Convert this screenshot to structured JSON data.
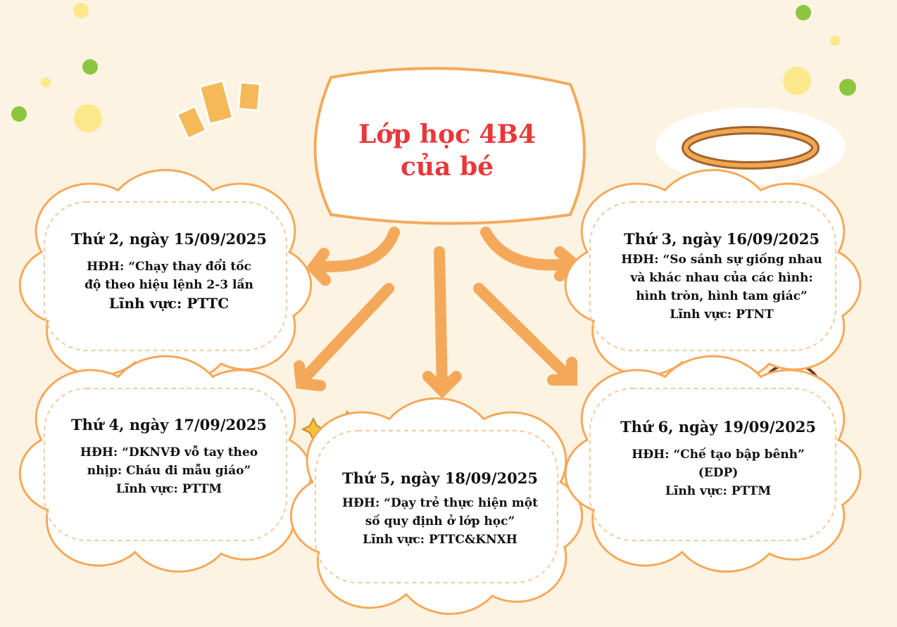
{
  "title": {
    "line1": "Lớp học 4B4",
    "line2": "của bé"
  },
  "colors": {
    "background": "#fdf3e2",
    "accent": "#f4a95a",
    "title": "#e8383a",
    "dot_green": "#8cc63f",
    "dot_yellow": "#fbe88a"
  },
  "days": [
    {
      "date": "Thứ 2, ngày 15/09/2025",
      "activity": [
        "HĐH: “Chạy thay đổi tốc",
        "độ theo hiệu lệnh 2-3 lần"
      ],
      "field": "Lĩnh vực: PTTC"
    },
    {
      "date": "Thứ 3, ngày 16/09/2025",
      "activity": [
        "HĐH: “So sánh sự giống nhau",
        "và khác nhau của các hình:",
        "hình tròn, hình tam giác”"
      ],
      "field": "Lĩnh vực: PTNT"
    },
    {
      "date": "Thứ 4, ngày 17/09/2025",
      "activity": [
        "HĐH: “DKNVĐ vỗ tay theo",
        "nhịp: Cháu đi mẫu giáo”"
      ],
      "field": "Lĩnh vực: PTTM"
    },
    {
      "date": "Thứ 5, ngày 18/09/2025",
      "activity": [
        "HĐH: “Dạy trẻ thực hiện một",
        "số quy định ở lớp học”"
      ],
      "field": "Lĩnh vực: PTTC&KNXH"
    },
    {
      "date": "Thứ 6, ngày 19/09/2025",
      "activity": [
        "HĐH: “Chế tạo bập bênh”",
        "(EDP)"
      ],
      "field": "Lĩnh vực: PTTM"
    }
  ]
}
